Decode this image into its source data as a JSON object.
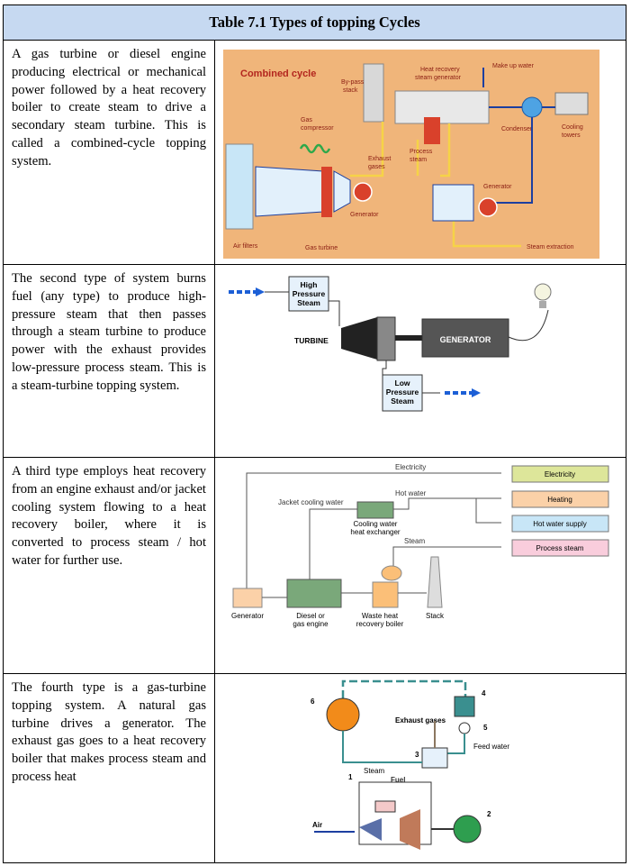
{
  "table": {
    "title": "Table 7.1 Types of topping Cycles",
    "rows": [
      {
        "text": "A gas turbine or diesel engine producing electrical or mechanical power followed by a heat recovery boiler to create steam to drive a secondary steam turbine. This is called a combined-cycle topping system."
      },
      {
        "text": "The second type of system burns fuel (any type) to produce high-pressure steam that then passes through a steam turbine to produce power with the exhaust provides low-pressure process steam. This is a steam-turbine topping system."
      },
      {
        "text": "A third type employs heat recovery from an engine exhaust and/or jacket cooling system flowing to a heat recovery boiler, where it is converted to process steam / hot water for further use."
      },
      {
        "text": "The fourth type is a gas-turbine topping system. A natural gas turbine drives a generator. The exhaust gas goes to a heat recovery boiler that makes process steam and process heat"
      }
    ]
  },
  "fig1": {
    "title": "Combined cycle",
    "bypass1": "By-pass",
    "bypass2": "stack",
    "hrsg1": "Heat recovery",
    "hrsg2": "steam generator",
    "makeup": "Make up water",
    "condenser": "Condenser",
    "cooling1": "Cooling",
    "cooling2": "towers",
    "gascomp1": "Gas",
    "gascomp2": "compressor",
    "exhaust1": "Exhaust",
    "exhaust2": "gases",
    "process1": "Process",
    "process2": "steam",
    "generator_a": "Generator",
    "generator_b": "Generator",
    "airfilters": "Air filters",
    "gasturbine": "Gas turbine",
    "steamextraction": "Steam extraction"
  },
  "fig2": {
    "hp1": "High",
    "hp2": "Pressure",
    "hp3": "Steam",
    "turbine": "TURBINE",
    "generator": "GENERATOR",
    "lp1": "Low",
    "lp2": "Pressure",
    "lp3": "Steam"
  },
  "fig3": {
    "electricity_top": "Electricity",
    "jacket": "Jacket cooling water",
    "hotwater": "Hot water",
    "hx1": "Cooling water",
    "hx2": "heat exchanger",
    "steam": "Steam",
    "out_electricity": "Electricity",
    "out_heating": "Heating",
    "out_hotwater": "Hot water supply",
    "out_process": "Process steam",
    "generator": "Generator",
    "engine1": "Diesel or",
    "engine2": "gas engine",
    "boiler1": "Waste heat",
    "boiler2": "recovery boiler",
    "stack": "Stack",
    "colors": {
      "electricity": "#dde69a",
      "heating": "#fbd1a8",
      "hotwater": "#c8e6f7",
      "process": "#f9cddc"
    }
  },
  "fig4": {
    "n1": "1",
    "n2": "2",
    "n3": "3",
    "n4": "4",
    "n5": "5",
    "n6": "6",
    "exhaust": "Exhaust gases",
    "feedwater": "Feed water",
    "steam": "Steam",
    "fuel": "Fuel",
    "air": "Air"
  }
}
